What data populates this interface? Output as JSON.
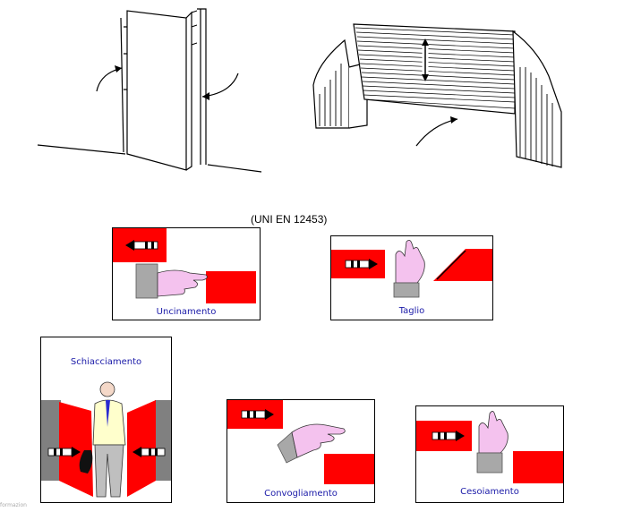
{
  "figure": {
    "caption": "(UNI EN 12453)",
    "corner_text": "formazion"
  },
  "panels": {
    "uncinamento": "Uncinamento",
    "taglio": "Taglio",
    "schiacciamento": "Schiacciamento",
    "convogliamento": "Convogliamento",
    "cesoiamento": "Cesoiamento"
  },
  "colors": {
    "hazard_red": "#ff0000",
    "label_blue": "#1a1aa8",
    "hand_pink": "#f4c2ee",
    "sleeve_grey": "#a8a8a8",
    "post_grey": "#808080"
  },
  "icons": [
    "swing-door-drawing",
    "rolling-shutter-drawing",
    "arrow-icon",
    "hand-icon",
    "person-figure"
  ]
}
